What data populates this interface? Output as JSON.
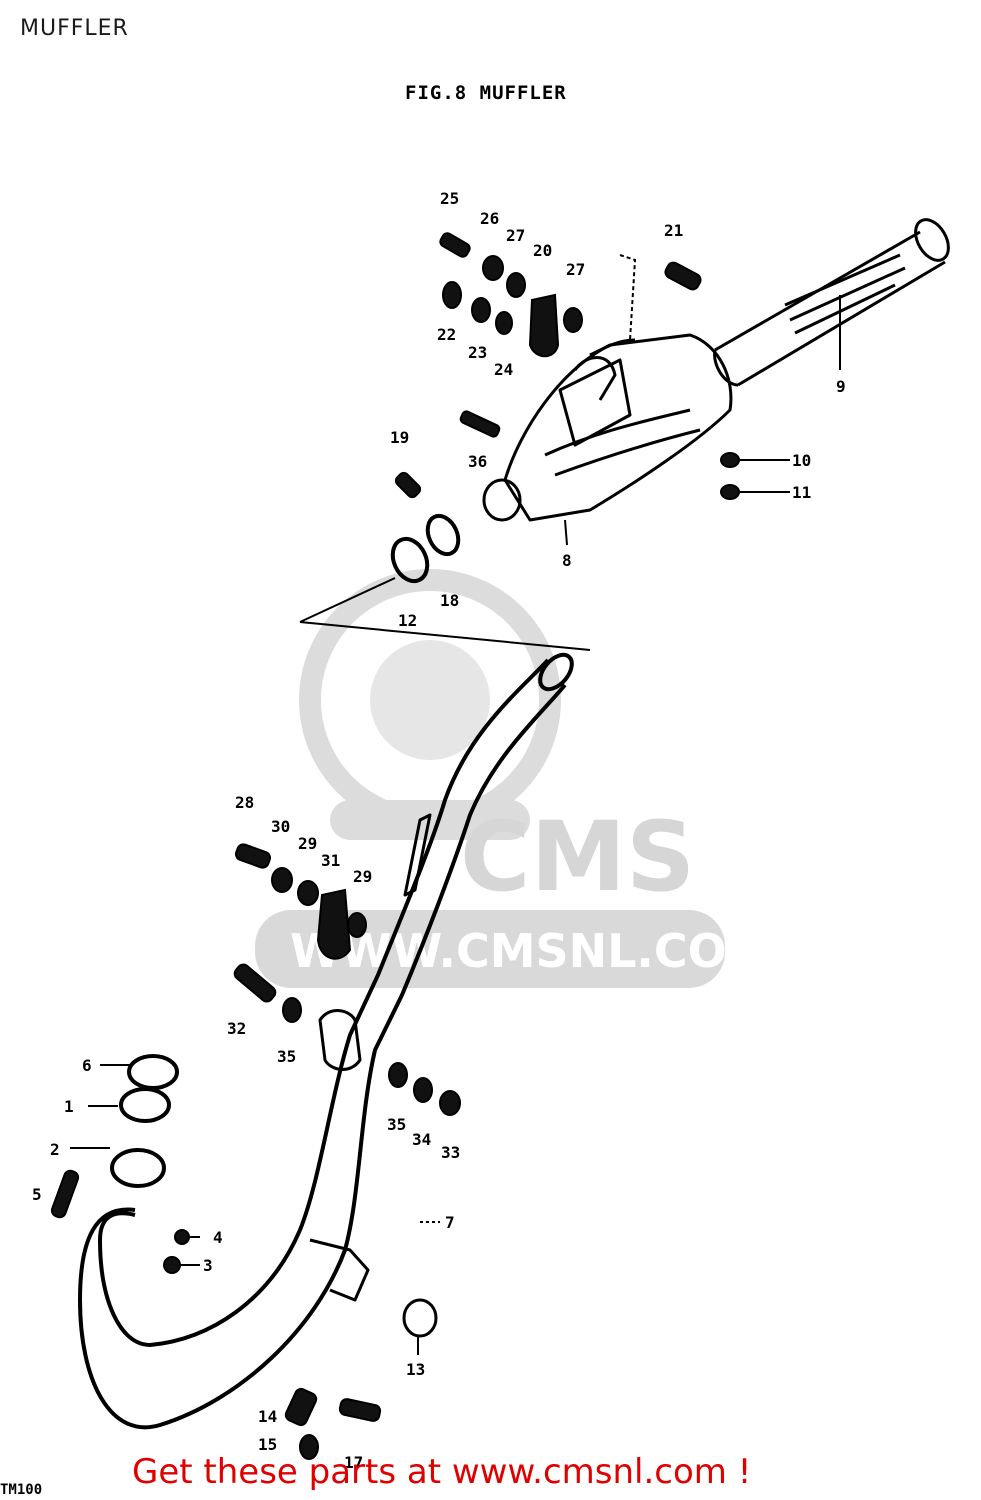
{
  "header": {
    "title": "MUFFLER"
  },
  "figure": {
    "title": "FIG.8  MUFFLER",
    "model_code": "TM100"
  },
  "watermark": {
    "brand": "CMS",
    "url": "WWW.CMSNL.COM",
    "color": "#d9d9d9"
  },
  "promo": {
    "text": "Get these parts at www.cmsnl.com !",
    "color": "#e00000"
  },
  "callouts": {
    "c1": "1",
    "c2": "2",
    "c3": "3",
    "c4": "4",
    "c5": "5",
    "c6": "6",
    "c7": "7",
    "c8": "8",
    "c9": "9",
    "c10": "10",
    "c11": "11",
    "c12": "12",
    "c13": "13",
    "c14": "14",
    "c15": "15",
    "c17": "17",
    "c18": "18",
    "c19": "19",
    "c20": "20",
    "c21": "21",
    "c22": "22",
    "c23": "23",
    "c24": "24",
    "c25": "25",
    "c26": "26",
    "c27a": "27",
    "c27b": "27",
    "c28": "28",
    "c29a": "29",
    "c29b": "29",
    "c30": "30",
    "c31": "31",
    "c32": "32",
    "c33": "33",
    "c34": "34",
    "c35a": "35",
    "c35b": "35",
    "c36": "36"
  }
}
